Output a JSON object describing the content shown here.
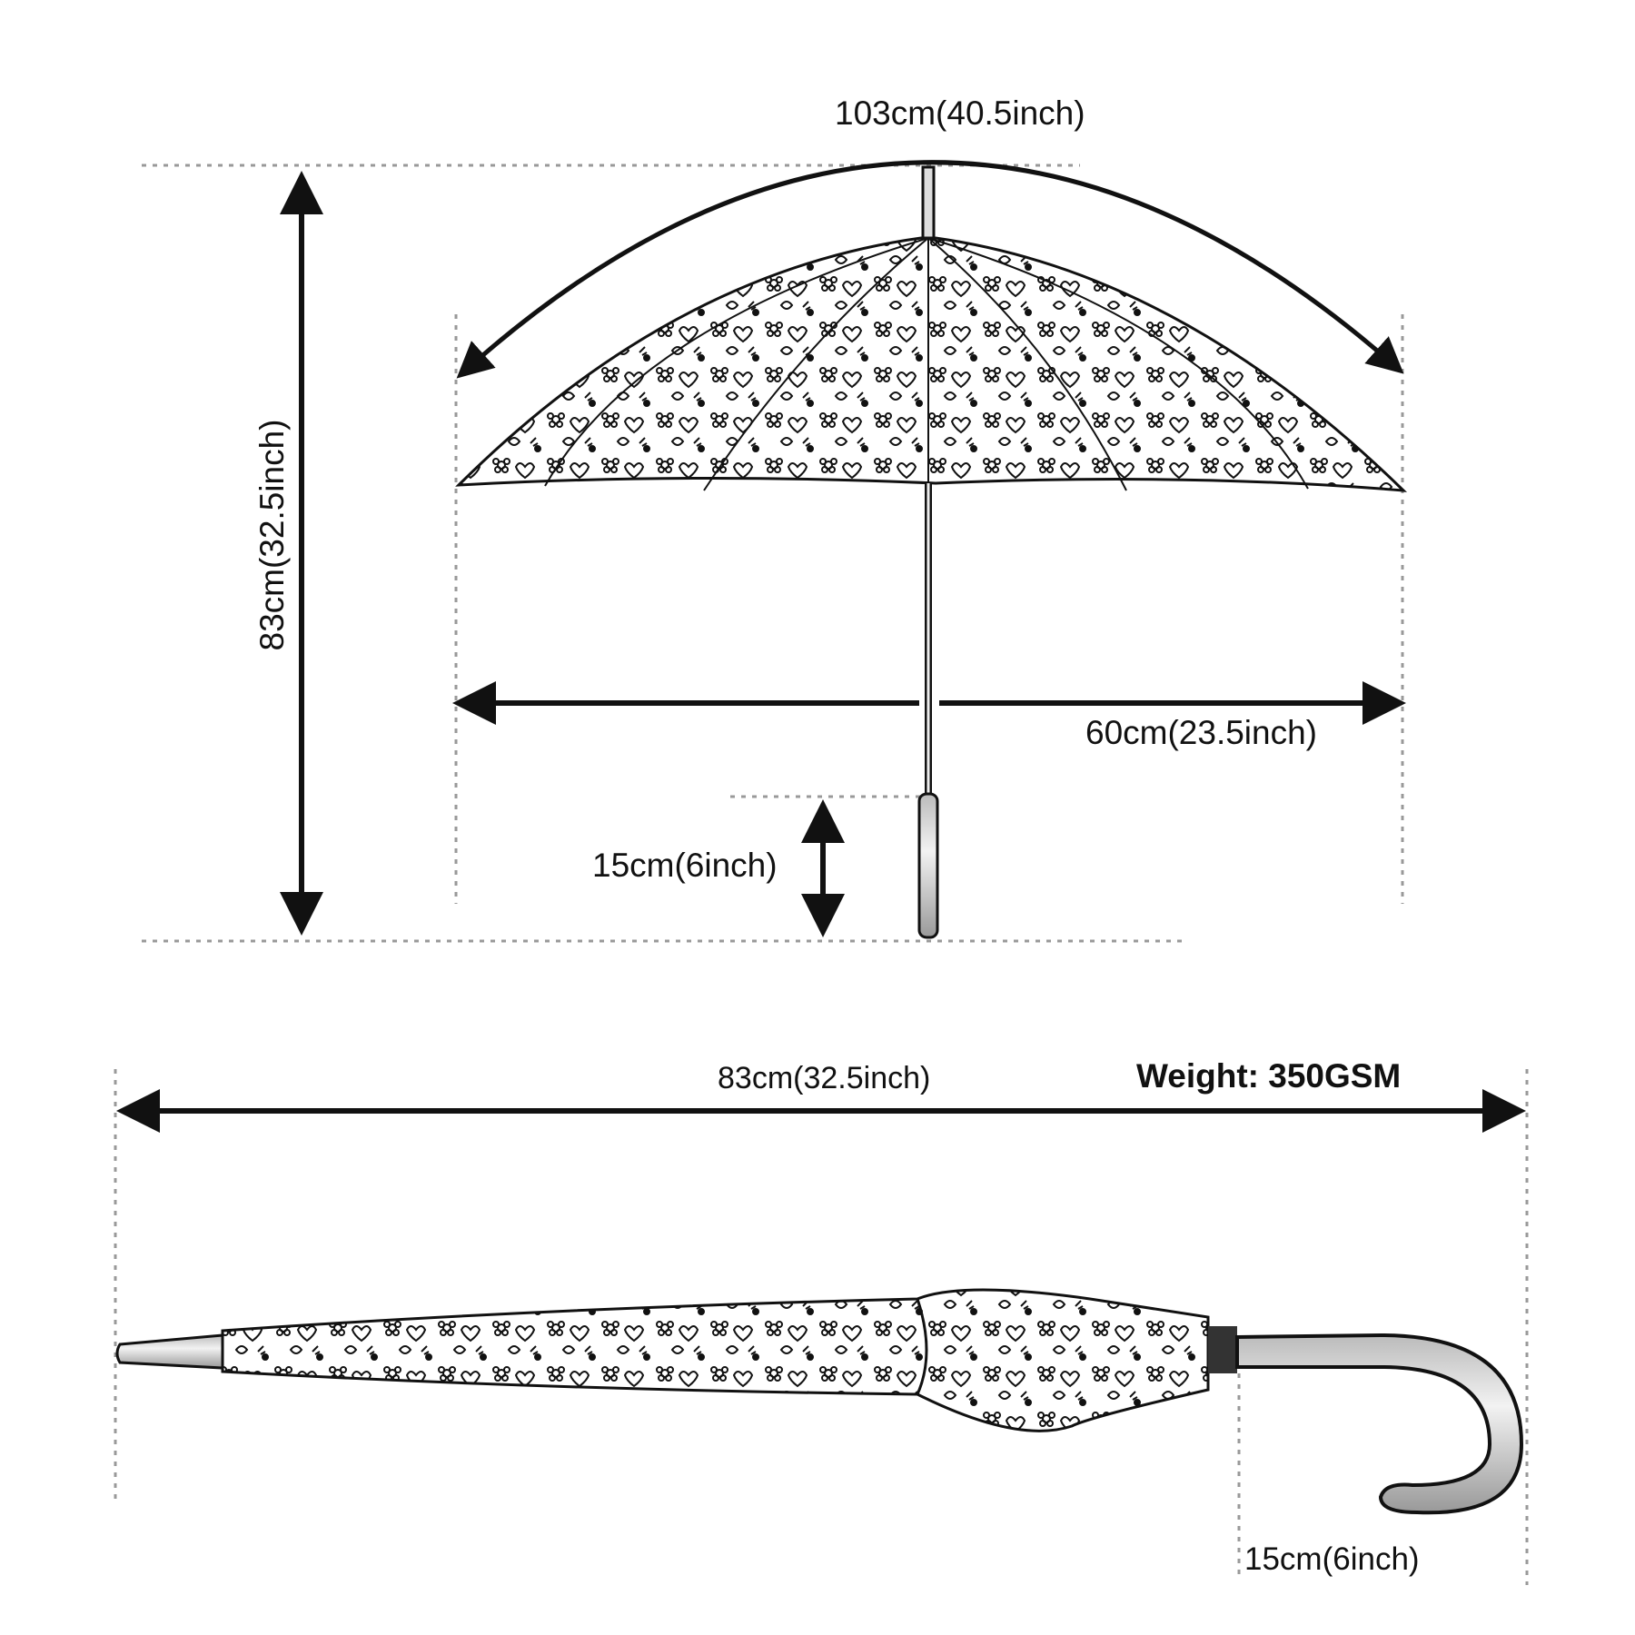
{
  "open_umbrella": {
    "arc_length_label": "103cm(40.5inch)",
    "height_label": "83cm(32.5inch)",
    "radius_label": "60cm(23.5inch)",
    "handle_label": "15cm(6inch)"
  },
  "closed_umbrella": {
    "length_label": "83cm(32.5inch)",
    "weight_label": "Weight: 350GSM",
    "handle_label": "15cm(6inch)"
  },
  "colors": {
    "line": "#111111",
    "dash": "#999999",
    "handle": "#d9d9d9"
  }
}
